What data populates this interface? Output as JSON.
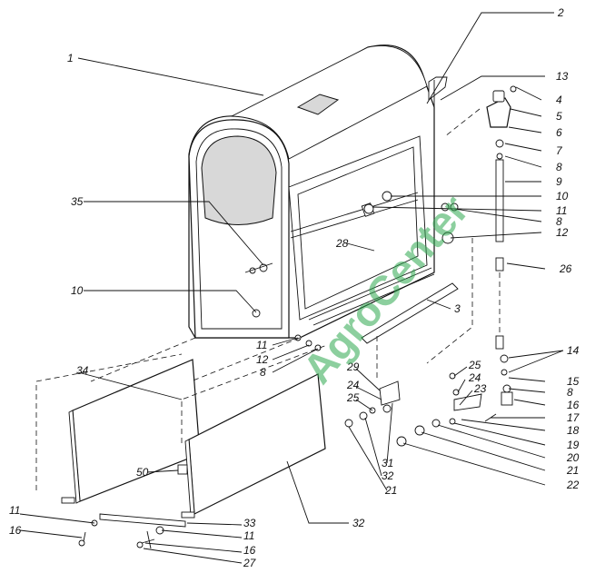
{
  "watermark": "AgroCenter",
  "colors": {
    "ink": "#111111",
    "watermark": "#2fa84f",
    "background": "#ffffff"
  },
  "callouts": [
    "1",
    "2",
    "13",
    "4",
    "5",
    "6",
    "7",
    "8",
    "9",
    "10",
    "11",
    "8",
    "12",
    "35",
    "28",
    "26",
    "10",
    "3",
    "11",
    "12",
    "8",
    "14",
    "15",
    "8",
    "16",
    "17",
    "18",
    "19",
    "20",
    "21",
    "22",
    "25",
    "24",
    "23",
    "29",
    "24",
    "25",
    "31",
    "32",
    "21",
    "34",
    "50",
    "32",
    "11",
    "16",
    "33",
    "11",
    "16",
    "27"
  ]
}
